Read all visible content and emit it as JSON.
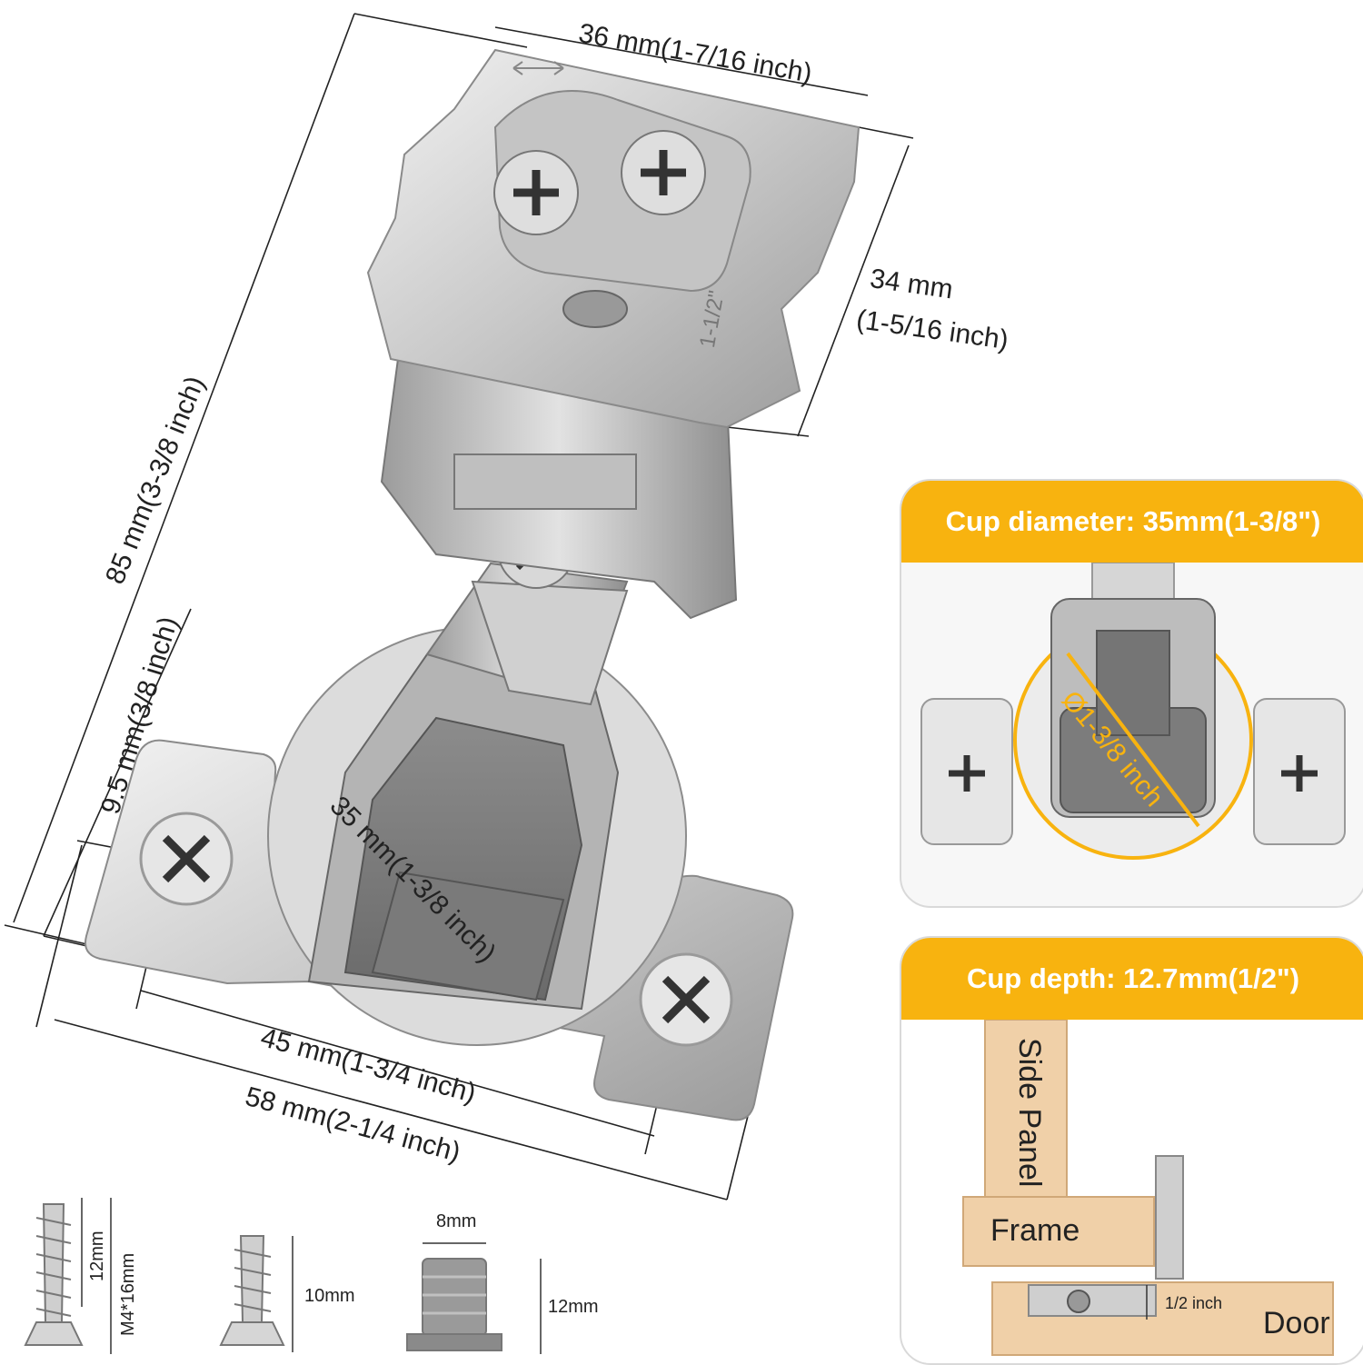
{
  "main_view": {
    "dim_top": "36 mm(1-7/16 inch)",
    "dim_right_line1": "34 mm",
    "dim_right_line2": "(1-5/16 inch)",
    "dim_height": "85 mm(3-3/8 inch)",
    "dim_offset": "9.5 mm(3/8 inch)",
    "dim_cup": "35 mm(1-3/8 inch)",
    "dim_hole_spacing": "45 mm(1-3/4 inch)",
    "dim_plate_width": "58 mm(2-1/4 inch)",
    "arm_marking": "1-1/2\""
  },
  "cup_diameter_panel": {
    "title": "Cup diameter: 35mm(1-3/8\")",
    "diameter_label": "Ø1-3/8 inch",
    "accent_color": "#f8b30f"
  },
  "cup_depth_panel": {
    "title": "Cup depth: 12.7mm(1/2\")",
    "side_panel_label": "Side Panel",
    "frame_label": "Frame",
    "door_label": "Door",
    "depth_label": "1/2 inch",
    "accent_color": "#f8b30f",
    "wood_color": "#f0d0a8"
  },
  "screws": {
    "screw1_length": "12mm",
    "screw1_spec": "M4*16mm",
    "screw2_length": "10mm",
    "dowel_width": "8mm",
    "dowel_length": "12mm"
  }
}
